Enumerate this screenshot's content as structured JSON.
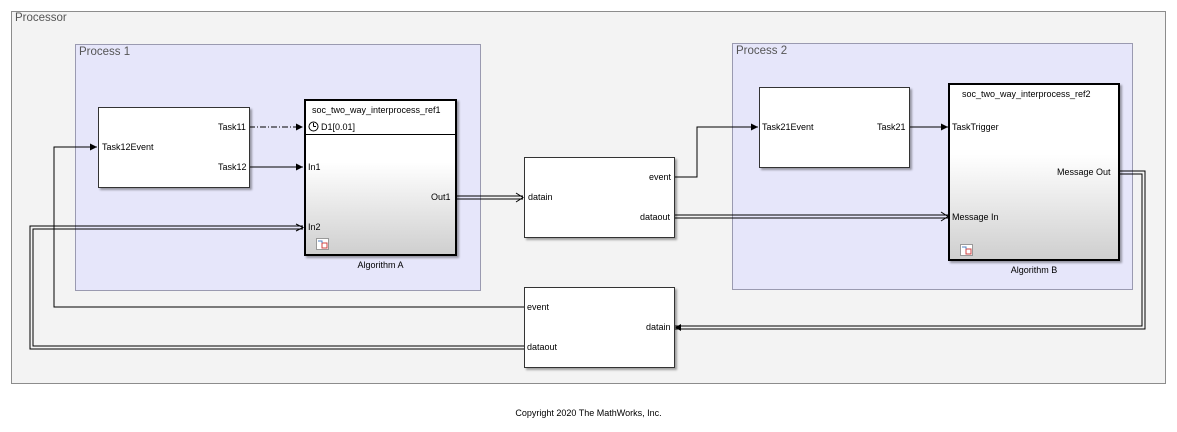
{
  "areas": {
    "processor": "Processor",
    "process1": "Process 1",
    "process2": "Process 2"
  },
  "task_block_1": {
    "in_port": "Task12Event",
    "out_ports": [
      "Task11",
      "Task12"
    ]
  },
  "algorithm_a": {
    "model_ref": "soc_two_way_interprocess_ref1",
    "sample_time": "D1[0.01]",
    "in_ports": [
      "In1",
      "In2"
    ],
    "out_port": "Out1",
    "caption": "Algorithm A",
    "clock_icon": "clock-icon"
  },
  "channel_1": {
    "in_port": "datain",
    "out_ports": [
      "event",
      "dataout"
    ]
  },
  "task_block_2": {
    "in_port": "Task21Event",
    "out_port": "Task21"
  },
  "algorithm_b": {
    "model_ref": "soc_two_way_interprocess_ref2",
    "in_ports": [
      "TaskTrigger",
      "Message In"
    ],
    "out_port": "Message Out",
    "caption": "Algorithm B"
  },
  "channel_2": {
    "in_port": "datain",
    "out_ports": [
      "event",
      "dataout"
    ]
  },
  "footer": "Copyright 2020 The MathWorks, Inc.",
  "colors": {
    "canvas": "#f3f3f3",
    "process_area": "#e6e6fa",
    "block_border": "#333333"
  },
  "icons": [
    "clock-icon",
    "model-reference-icon"
  ]
}
